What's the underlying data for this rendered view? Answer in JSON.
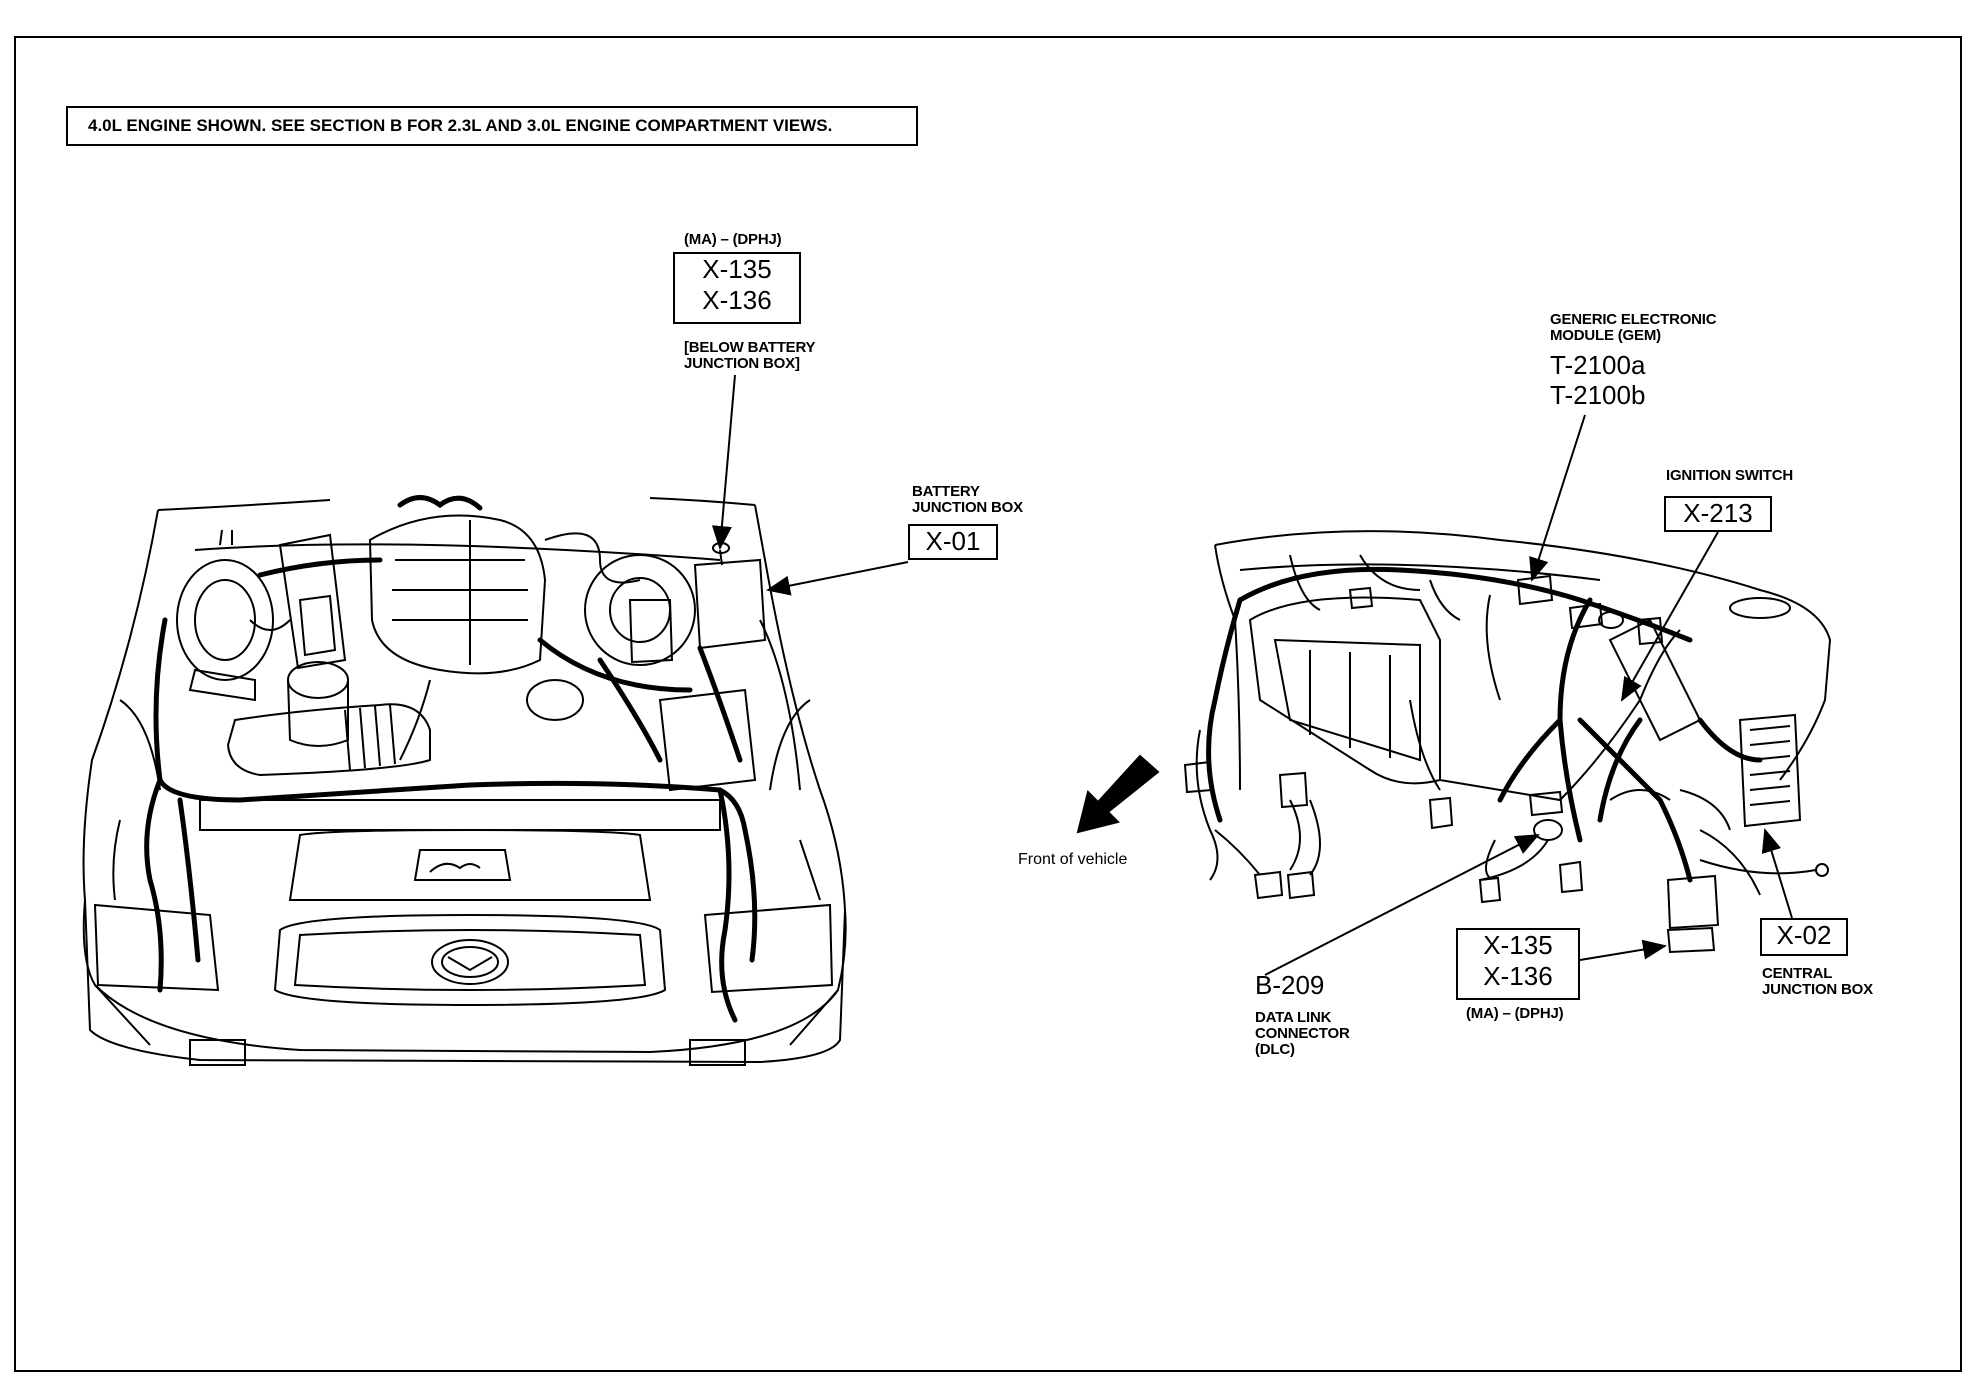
{
  "note": "4.0L ENGINE SHOWN. SEE SECTION B FOR 2.3L AND 3.0L ENGINE COMPARTMENT VIEWS.",
  "engine_view": {
    "x135_top": {
      "variant": "(MA) – (DPHJ)",
      "codes": [
        "X-135",
        "X-136"
      ],
      "location_line1": "[BELOW BATTERY",
      "location_line2": "JUNCTION BOX]"
    },
    "battery_junction_box": {
      "label_line1": "BATTERY",
      "label_line2": "JUNCTION BOX",
      "code": "X-01"
    }
  },
  "dash_view": {
    "gem": {
      "label_line1": "GENERIC ELECTRONIC",
      "label_line2": "MODULE (GEM)",
      "codes": [
        "T-2100a",
        "T-2100b"
      ]
    },
    "ignition_switch": {
      "label": "IGNITION SWITCH",
      "code": "X-213"
    },
    "front_of_vehicle": "Front of vehicle",
    "dlc": {
      "code": "B-209",
      "label_line1": "DATA LINK",
      "label_line2": "CONNECTOR",
      "label_line3": "(DLC)"
    },
    "x135_bottom": {
      "codes": [
        "X-135",
        "X-136"
      ],
      "variant": "(MA) – (DPHJ)"
    },
    "central_junction_box": {
      "code": "X-02",
      "label_line1": "CENTRAL",
      "label_line2": "JUNCTION BOX"
    }
  }
}
